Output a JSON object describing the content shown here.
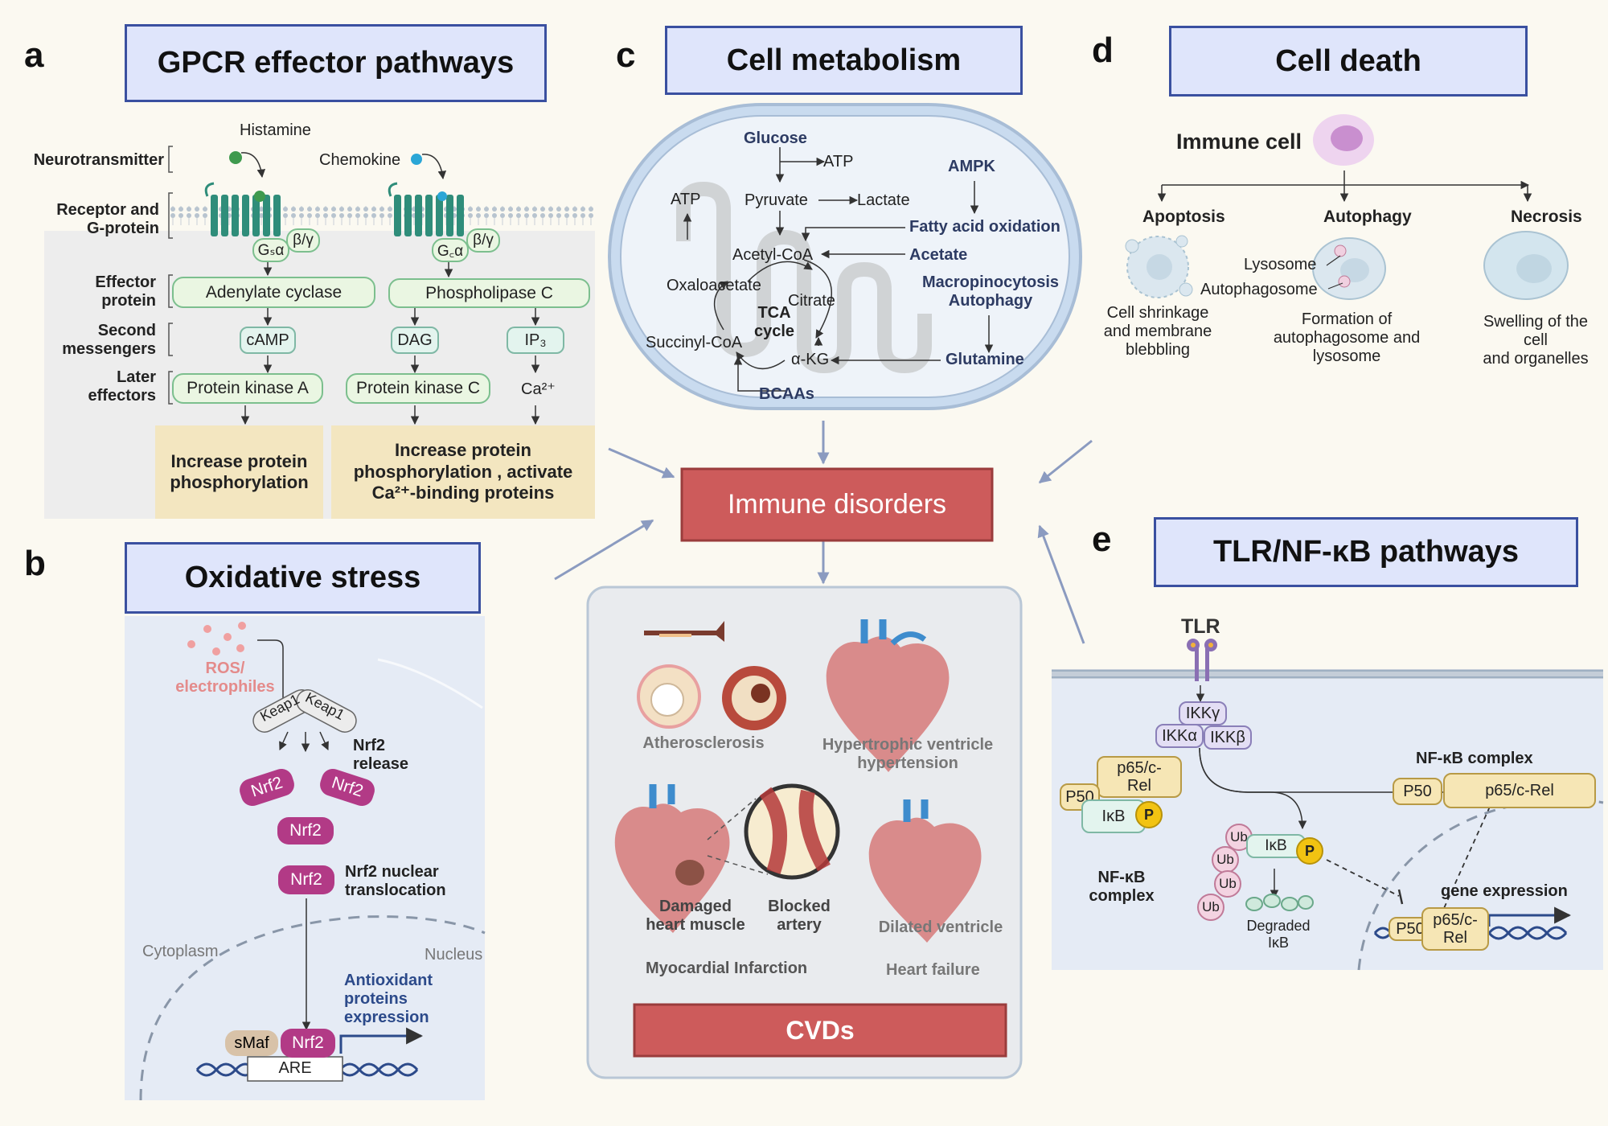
{
  "panels": {
    "a": {
      "letter": "a",
      "title": "GPCR effector pathways",
      "row_labels": {
        "neurotransmitter": "Neurotransmitter",
        "receptor_gprotein": "Receptor and\nG-protein",
        "effector_protein": "Effector\nprotein",
        "second_messengers": "Second\nmessengers",
        "later_effectors": "Later\neffectors"
      },
      "ligands": [
        "Histamine",
        "Chemokine"
      ],
      "gprotein_left_alpha": "Gₛα",
      "gprotein_left_bg": "β/γ",
      "gprotein_right_alpha": "G꜀α",
      "gprotein_right_bg": "β/γ",
      "effectors": [
        "Adenylate cyclase",
        "Phospholipase C"
      ],
      "second_messengers": [
        "cAMP",
        "DAG",
        "IP₃"
      ],
      "later_effectors": [
        "Protein kinase A",
        "Protein kinase C",
        "Ca²⁺"
      ],
      "outcome_left": "Increase protein\nphosphorylation",
      "outcome_right": "Increase protein\nphosphorylation , activate\nCa²⁺-binding proteins"
    },
    "b": {
      "letter": "b",
      "title": "Oxidative stress",
      "ros": "ROS/\nelectrophiles",
      "keap": [
        "Keap1",
        "Keap1"
      ],
      "nrf2": "Nrf2",
      "nrf2_release": "Nrf2\nrelease",
      "nrf2_translocation": "Nrf2 nuclear\ntranslocation",
      "cytoplasm": "Cytoplasm",
      "nucleus": "Nucleus",
      "antioxidant": "Antioxidant\nproteins\nexpression",
      "smaf": "sMaf",
      "are": "ARE"
    },
    "c": {
      "letter": "c",
      "title": "Cell metabolism",
      "glucose": "Glucose",
      "atp_top": "ATP",
      "atp_left": "ATP",
      "pyruvate": "Pyruvate",
      "lactate": "Lactate",
      "acetyl_coa": "Acetyl-CoA",
      "oxaloacetate": "Oxaloacetate",
      "citrate": "Citrate",
      "tca": "TCA\ncycle",
      "succinyl_coa": "Succinyl-CoA",
      "akg": "α-KG",
      "bcaas": "BCAAs",
      "ampk": "AMPK",
      "fatty_acid": "Fatty acid oxidation",
      "acetate": "Acetate",
      "macropinocytosis": "Macropinocytosis\nAutophagy",
      "glutamine": "Glutamine"
    },
    "d": {
      "letter": "d",
      "title": "Cell death",
      "immune_cell": "Immune cell",
      "branches": [
        "Apoptosis",
        "Autophagy",
        "Necrosis"
      ],
      "lysosome": "Lysosome",
      "autophagosome": "Autophagosome",
      "desc_apoptosis": "Cell shrinkage\nand membrane\nblebbling",
      "desc_autophagy": "Formation of\nautophagosome and\nlysosome",
      "desc_necrosis": "Swelling of the\ncell\nand organelles"
    },
    "e": {
      "letter": "e",
      "title": "TLR/NF-κB pathways",
      "tlr": "TLR",
      "ikk_gamma": "IKKγ",
      "ikk_alpha": "IKKα",
      "ikk_beta": "IKKβ",
      "p65_rel": "p65/c-\nRel",
      "p50": "P50",
      "ikb": "IκB",
      "p": "P",
      "nfkb_complex_left": "NF-κB\ncomplex",
      "nfkb_complex_top": "NF-κB complex",
      "p65_rel_wide": "p65/c-Rel",
      "ub": "Ub",
      "degraded": "Degraded\nIκB",
      "gene_expression": "gene expression"
    }
  },
  "center": {
    "immune_disorders": "Immune disorders",
    "cvds": "CVDs",
    "atherosclerosis": "Atherosclerosis",
    "hypertrophic": "Hypertrophic ventricle\nhypertension",
    "damaged": "Damaged\nheart muscle",
    "blocked": "Blocked\nartery",
    "dilated": "Dilated ventricle",
    "mi": "Myocardial Infarction",
    "heart_failure": "Heart failure"
  },
  "colors": {
    "title_fill": "#dfe5fb",
    "title_border": "#3a50a0",
    "immune_red": "#cd5b5b",
    "receptor_teal": "#2f8d7a",
    "nrf2_magenta": "#b23a86",
    "phospho_yellow": "#f2c312",
    "tan": "#f3e6c0"
  }
}
